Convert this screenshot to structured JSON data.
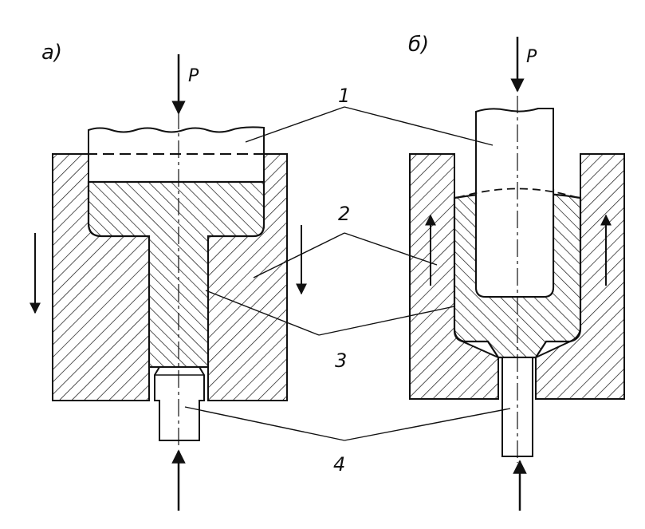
{
  "diagram": {
    "panel_a_label": "а)",
    "panel_b_label": "б)",
    "force_label_a": "P",
    "force_label_b": "P",
    "callouts": [
      "1",
      "2",
      "3",
      "4"
    ]
  }
}
